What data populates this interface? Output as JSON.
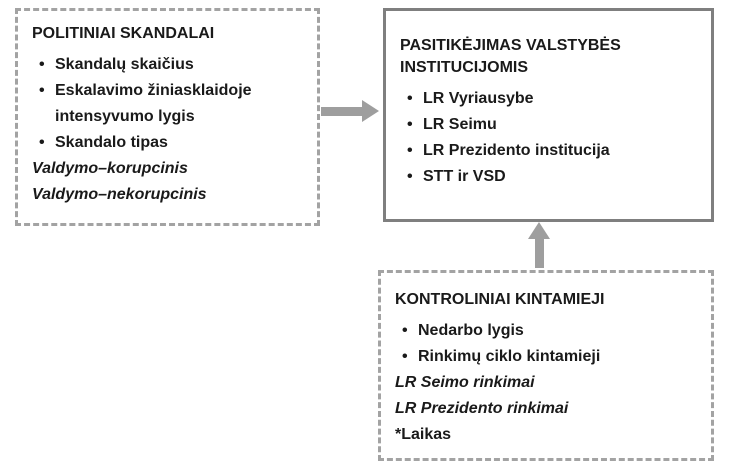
{
  "scandals": {
    "title": "POLITINIAI SKANDALAI",
    "bullets": [
      "Skandalų skaičius",
      "Eskalavimo žiniasklaidoje intensyvumo lygis",
      "Skandalo tipas"
    ],
    "types": [
      "Valdymo–korupcinis",
      "Valdymo–nekorupcinis"
    ]
  },
  "trust": {
    "title": "PASITIKĖJIMAS VALSTYBĖS INSTITUCIJOMIS",
    "bullets": [
      "LR Vyriausybe",
      "LR Seimu",
      "LR Prezidento institucija",
      "STT ir VSD"
    ]
  },
  "controls": {
    "title": "KONTROLINIAI KINTAMIEJI",
    "bullets": [
      "Nedarbo lygis",
      "Rinkimų ciklo kintamieji"
    ],
    "types": [
      "LR Seimo rinkimai",
      "LR Prezidento rinkimai"
    ],
    "note": "*Laikas"
  },
  "colors": {
    "border_solid": "#7f7f7f",
    "border_dashed": "#a3a3a3",
    "arrow": "#9e9e9e"
  }
}
